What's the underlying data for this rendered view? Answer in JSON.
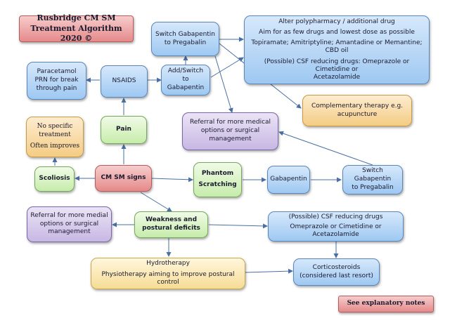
{
  "title": {
    "line1": "Rusbridge CM SM",
    "line2": "Treatment Algorithm 2020 ©"
  },
  "nodes": {
    "switch_gabapentin_top": {
      "lines": [
        "Switch Gabapentin",
        "to Pregabalin"
      ]
    },
    "alter_polypharmacy": {
      "lines": [
        "Alter polypharmacy / additional drug",
        "Aim for as few drugs and lowest dose as possible",
        "Topiramate; Amitriptyline; Amantadine or Memantine; CBD oil",
        "(Possible) CSF reducing drugs: Omeprazole or Cimetidine or",
        "Acetazolamide"
      ]
    },
    "paracetamol": {
      "lines": [
        "Paracetamol",
        "PRN for break",
        "through pain"
      ]
    },
    "nsaids": {
      "lines": [
        "NSAIDS"
      ]
    },
    "add_switch_gabapentin": {
      "lines": [
        "Add/Switch to",
        "Gabapentin"
      ]
    },
    "complementary": {
      "lines": [
        "Complementary therapy e.g.",
        "acupuncture"
      ]
    },
    "no_specific_treatment": {
      "lines": [
        "No specific",
        "treatment",
        "Often improves"
      ]
    },
    "pain": {
      "lines": [
        "Pain"
      ]
    },
    "referral_top": {
      "lines": [
        "Referral for more medical",
        "options or surgical",
        "management"
      ]
    },
    "scoliosis": {
      "lines": [
        "Scoliosis"
      ]
    },
    "cm_sm_signs": {
      "lines": [
        "CM SM signs"
      ]
    },
    "phantom_scratching": {
      "lines": [
        "Phantom",
        "Scratching"
      ]
    },
    "gabapentin": {
      "lines": [
        "Gabapentin"
      ]
    },
    "switch_gabapentin_right": {
      "lines": [
        "Switch Gabapentin",
        "to Pregabalin"
      ]
    },
    "referral_left": {
      "lines": [
        "Referral for more medial",
        "options or surgical",
        "management"
      ]
    },
    "weakness": {
      "lines": [
        "Weakness and",
        "postural deficits"
      ]
    },
    "csf_reducing": {
      "lines": [
        "(Possible) CSF reducing drugs",
        "Omeprazole or Cimetidine or Acetazolamide"
      ]
    },
    "hydrotherapy": {
      "lines": [
        "Hydrotherapy",
        "Physiotherapy aiming to improve postural control"
      ]
    },
    "corticosteroids": {
      "lines": [
        "Corticosteroids",
        "(considered last resort)"
      ]
    },
    "explanatory_notes": {
      "lines": [
        "See explanatory notes"
      ]
    }
  },
  "colors": {
    "arrow": "#4a6fa5"
  }
}
